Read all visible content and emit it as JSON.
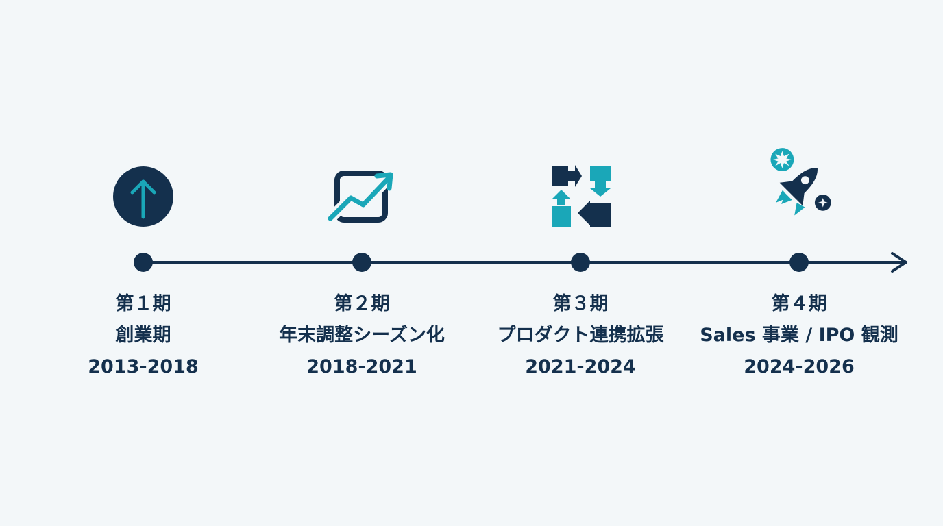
{
  "colors": {
    "background": "#f3f7f9",
    "navy": "#14304d",
    "teal": "#1aa7b8"
  },
  "phases": [
    {
      "phase_label": "第１期",
      "title": "創業期",
      "period": "2013-2018",
      "icon": "arrow-up-circle-icon"
    },
    {
      "phase_label": "第２期",
      "title": "年末調整シーズン化",
      "period": "2018-2021",
      "icon": "growth-chart-icon"
    },
    {
      "phase_label": "第３期",
      "title": "プロダクト連携拡張",
      "period": "2021-2024",
      "icon": "integration-arrows-icon"
    },
    {
      "phase_label": "第４期",
      "title": "Sales 事業 / IPO 観測",
      "period": "2024-2026",
      "icon": "rocket-icon"
    }
  ]
}
